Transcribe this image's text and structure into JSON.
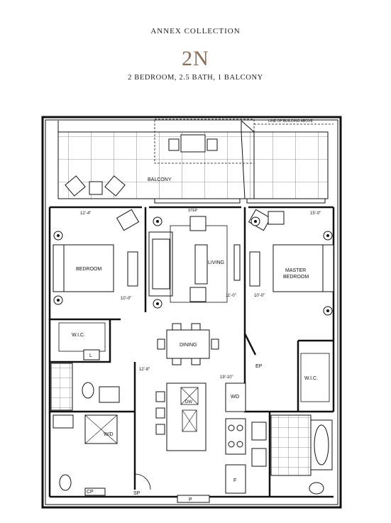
{
  "header": {
    "collection": "ANNEX COLLECTION",
    "unit": "2N",
    "summary": "2 BEDROOM, 2.5 BATH, 1 BALCONY"
  },
  "labels": {
    "building_line": "LINE OF BUILDING ABOVE",
    "balcony": "BALCONY",
    "step": "STEP",
    "bedroom": "BEDROOM",
    "living": "LIVING",
    "master_1": "MASTER",
    "master_2": "BEDROOM",
    "wic_left": "W.I.C.",
    "wic_right": "W.I.C.",
    "l": "L",
    "dining": "DINING",
    "ep": "EP",
    "wo": "WO",
    "dw": "DW",
    "wd": "W/D",
    "f": "F",
    "cp": "CP",
    "sp": "SP",
    "p": "P"
  },
  "dimensions": {
    "bedroom_width": "12'-4\"",
    "bedroom_depth": "10'-0\"",
    "living_depth": "11'-0\"",
    "master_depth": "10'-0\"",
    "master_width": "15'-0\"",
    "dining_width": "12'-8\"",
    "kitchen_width": "19'-10\""
  }
}
